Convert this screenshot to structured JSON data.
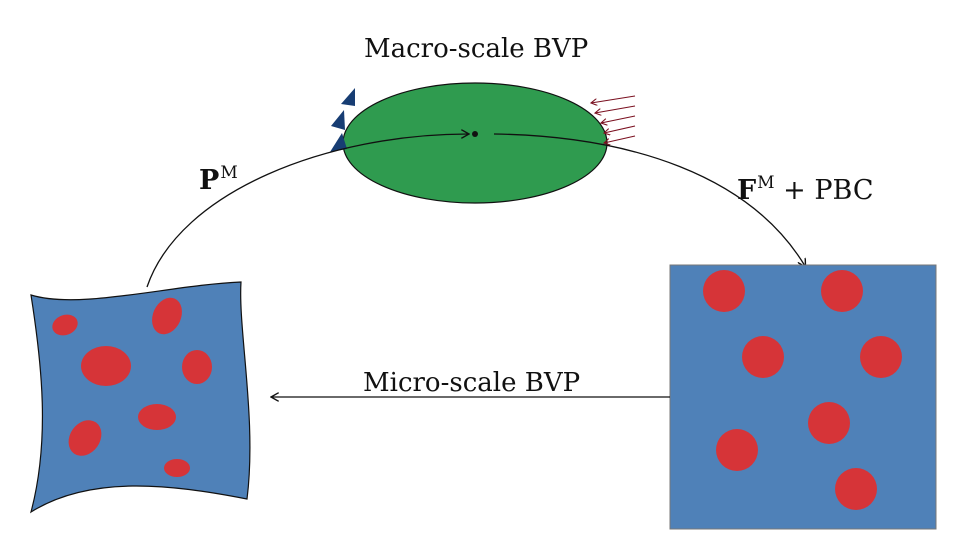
{
  "labels": {
    "macro_title": "Macro-scale BVP",
    "micro_title": "Micro-scale BVP",
    "p_symbol": "P",
    "p_superscript": "M",
    "f_symbol": "F",
    "f_superscript": "M",
    "f_suffix": " + PBC"
  },
  "colors": {
    "macro_body": "#2f9b4f",
    "matrix": "#4f81b8",
    "inclusion": "#d63438",
    "support": "#173d73",
    "traction_arrow": "#7a1020",
    "stroke": "#111111"
  }
}
